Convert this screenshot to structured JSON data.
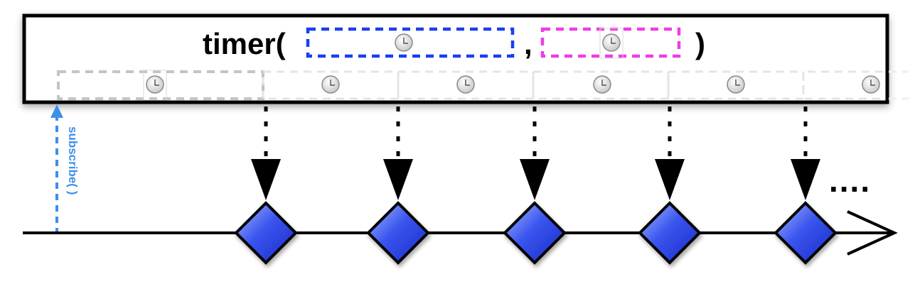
{
  "operator": {
    "name": "timer(",
    "comma": ",",
    "close": ")"
  },
  "subscribe_label": "subscribe( )",
  "ellipsis": "....",
  "colors": {
    "initial_delay_box": "#1a3ff0",
    "period_box": "#f03ce6",
    "emission_fill_light": "#9fb4ff",
    "emission_fill_dark": "#1c33d6",
    "subscribe_arrow": "#3f8fe8",
    "timeline": "#000000",
    "operator_border": "#000000",
    "grey_dash": "#c8c8c8"
  },
  "icons": {
    "delay": "clock-icon",
    "emission": "diamond-marble",
    "arrowhead": "down-triangle-arrow"
  }
}
